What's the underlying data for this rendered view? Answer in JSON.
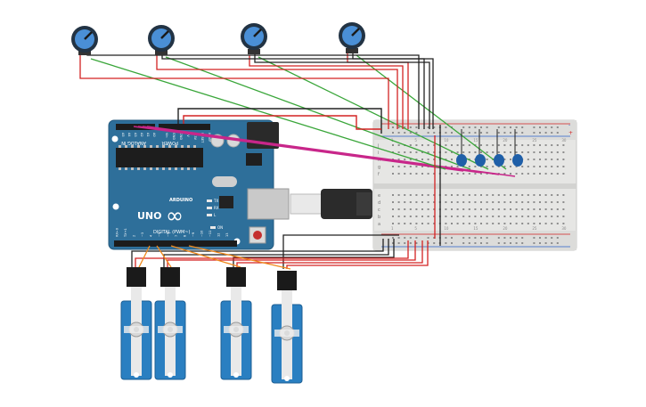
{
  "board": {
    "brand": "ARDUINO",
    "model": "UNO",
    "logo_symbol": "∞",
    "power_label": "POWER",
    "analog_label": "ANALOG IN",
    "digital_label": "DIGITAL (PWM~)",
    "tx_label": "TX",
    "rx_label": "RX",
    "led_label": "L",
    "on_label": "ON",
    "reset_label": "RESET",
    "power_pin_labels": [
      "IOREF",
      "RESET",
      "3.3V",
      "5V",
      "GND",
      "GND",
      "Vin"
    ],
    "analog_pin_labels": [
      "A0",
      "A1",
      "A2",
      "A3",
      "A4",
      "A5"
    ],
    "digital_pin_labels": [
      "13",
      "12",
      "~11",
      "~10",
      "~9",
      "8",
      "7",
      "~6",
      "~5",
      "4",
      "~3",
      "2",
      "TX→1",
      "RX←0"
    ]
  },
  "breadboard": {
    "row_letters_top": [
      "j",
      "i",
      "h",
      "g",
      "f"
    ],
    "row_letters_bottom": [
      "e",
      "d",
      "c",
      "b",
      "a"
    ],
    "column_numbers": [
      "1",
      "5",
      "10",
      "15",
      "20",
      "25",
      "30"
    ],
    "rail_plus": "+",
    "rail_minus": "-"
  },
  "components": {
    "potentiometers": 4,
    "servos": 4,
    "capacitors": 4
  },
  "colors": {
    "board": "#2e6f9a",
    "breadboard": "#e6e6e4",
    "wire_red": "#d32222",
    "wire_black": "#222222",
    "wire_green": "#3aa63a",
    "wire_magenta": "#c8278a",
    "wire_orange": "#f08a1c",
    "servo": "#2a7fc1",
    "capacitor": "#1f5fa8"
  }
}
